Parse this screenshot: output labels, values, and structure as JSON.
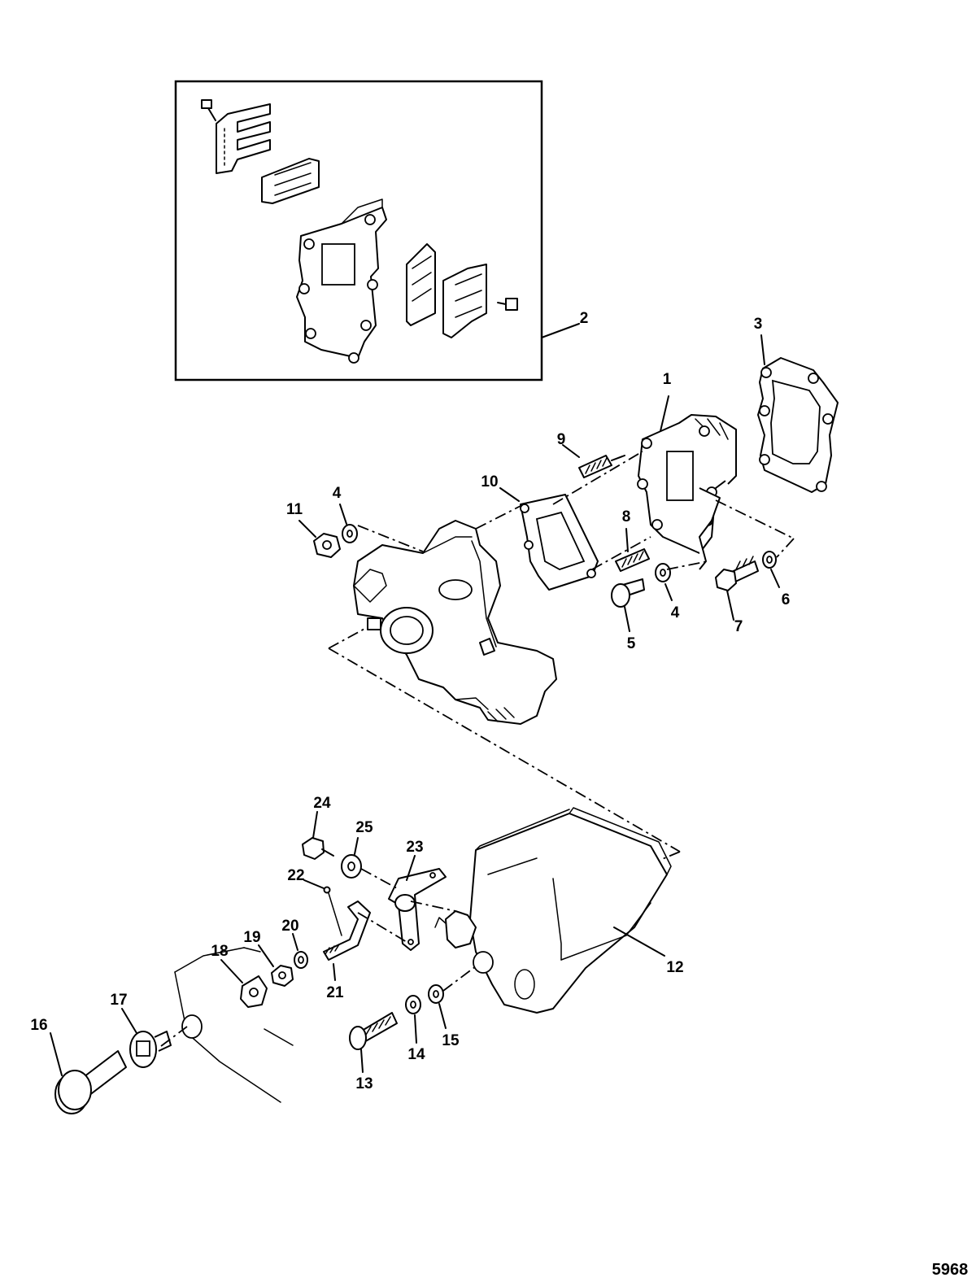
{
  "figure_id": "5968",
  "callouts": [
    {
      "id": "c1",
      "text": "1"
    },
    {
      "id": "c2",
      "text": "2"
    },
    {
      "id": "c3",
      "text": "3"
    },
    {
      "id": "c4a",
      "text": "4"
    },
    {
      "id": "c4b",
      "text": "4"
    },
    {
      "id": "c5",
      "text": "5"
    },
    {
      "id": "c6",
      "text": "6"
    },
    {
      "id": "c7",
      "text": "7"
    },
    {
      "id": "c8",
      "text": "8"
    },
    {
      "id": "c9",
      "text": "9"
    },
    {
      "id": "c10",
      "text": "10"
    },
    {
      "id": "c11",
      "text": "11"
    },
    {
      "id": "c12",
      "text": "12"
    },
    {
      "id": "c13",
      "text": "13"
    },
    {
      "id": "c14",
      "text": "14"
    },
    {
      "id": "c15",
      "text": "15"
    },
    {
      "id": "c16",
      "text": "16"
    },
    {
      "id": "c17",
      "text": "17"
    },
    {
      "id": "c18",
      "text": "18"
    },
    {
      "id": "c19",
      "text": "19"
    },
    {
      "id": "c20",
      "text": "20"
    },
    {
      "id": "c21",
      "text": "21"
    },
    {
      "id": "c22",
      "text": "22"
    },
    {
      "id": "c23",
      "text": "23"
    },
    {
      "id": "c24",
      "text": "24"
    },
    {
      "id": "c25",
      "text": "25"
    }
  ]
}
